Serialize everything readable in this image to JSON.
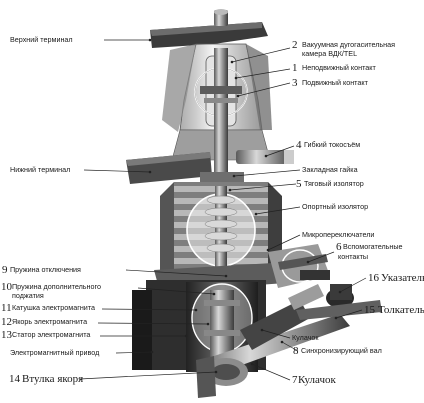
{
  "diagram": {
    "labels": {
      "top_terminal": "Верхний терминал",
      "bottom_terminal": "Нижний терминал",
      "vacuum_chamber_num": "2",
      "vacuum_chamber_line1": "Вакуумная дугогасительная",
      "vacuum_chamber_line2": "камера ВДК/TEL",
      "fixed_contact_num": "1",
      "fixed_contact": "Неподвижный контакт",
      "moving_contact_num": "3",
      "moving_contact": "Подвижный контакт",
      "flex_conductor_num": "4",
      "flex_conductor": "Гибкий токосъём",
      "lock_nut": "Закладная гайка",
      "traction_insulator_num": "5",
      "traction_insulator": "Тяговый изолятор",
      "support_insulator": "Опортный изолятор",
      "microswitches": "Микропереключатели",
      "aux_contacts_num": "6",
      "aux_contacts_line1": "Вспомогательные",
      "aux_contacts_line2": "контакты",
      "trip_spring_num": "9",
      "trip_spring": "Пружина отключения",
      "extra_spring_num": "10",
      "extra_spring_line1": "Пружина дополнительного",
      "extra_spring_line2": "поджатия",
      "magnet_coil_num": "11",
      "magnet_coil": "Катушка электромагнита",
      "armature_num": "12",
      "armature": "Якорь электромагнита",
      "stator_num": "13",
      "stator": "Статор электромагнита",
      "em_drive": "Электромагнитный привод",
      "armature_sleeve_num": "14",
      "armature_sleeve": "Втулка якоря",
      "indicator_num": "16",
      "indicator": "Указатель",
      "pusher_num": "15",
      "pusher": "Толкатель",
      "cam_small": "Кулачок",
      "sync_shaft_num": "8",
      "sync_shaft": "Синхронизирующий вал",
      "cam_num": "7",
      "cam": "Кулачок"
    }
  }
}
